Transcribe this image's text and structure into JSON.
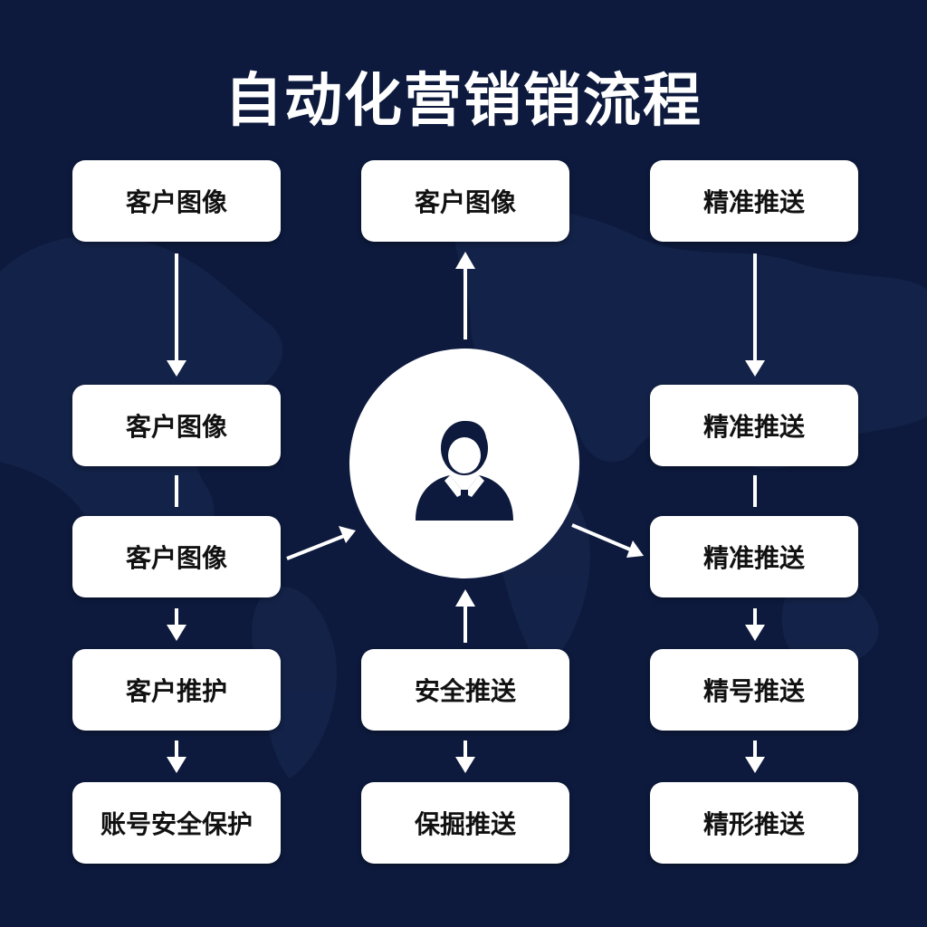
{
  "title": "自动化营销销流程",
  "icons": {
    "center": "user-icon"
  },
  "colors": {
    "background": "#0d1a3d",
    "box": "#ffffff",
    "text": "#111111",
    "arrow": "#ffffff"
  },
  "nodes": {
    "left": [
      "客户图像",
      "客户图像",
      "客户图像",
      "客户推护",
      "账号安全保护"
    ],
    "middle": [
      "客户图像",
      "安全推送",
      "保掘推送"
    ],
    "right": [
      "精准推送",
      "精准推送",
      "精准推送",
      "精号推送",
      "精形推送"
    ]
  }
}
